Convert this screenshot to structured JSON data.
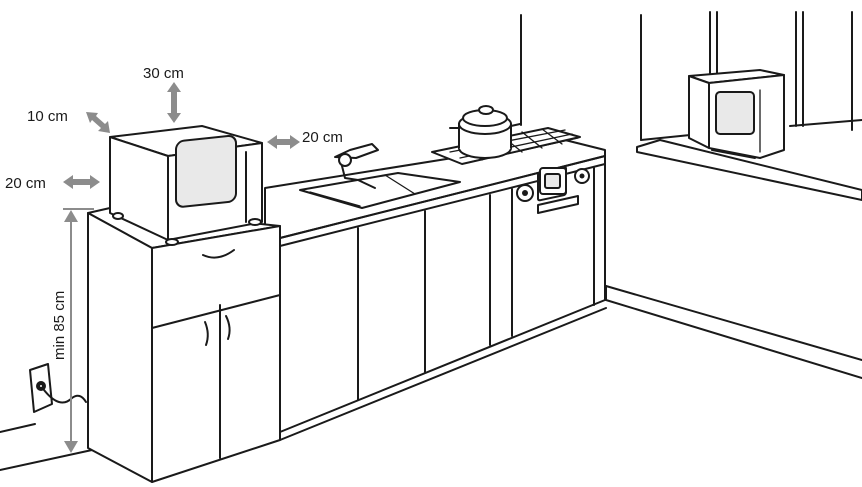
{
  "clearances": {
    "top": "30 cm",
    "back": "10 cm",
    "right": "20 cm",
    "left": "20 cm",
    "height": "min 85 cm"
  }
}
